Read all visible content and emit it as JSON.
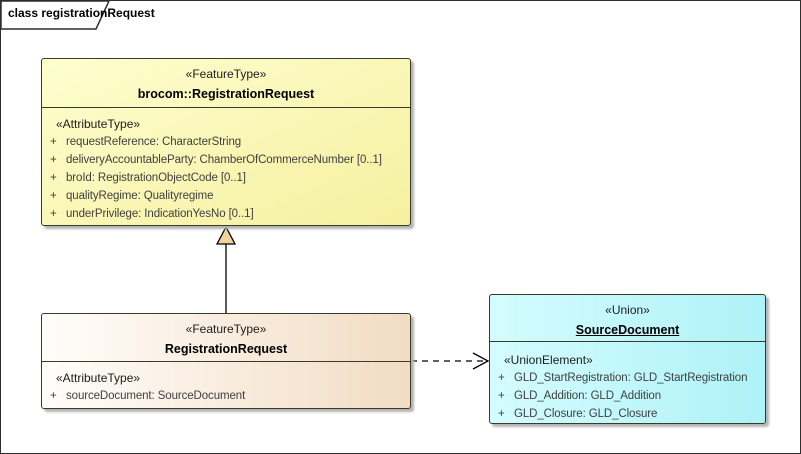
{
  "frame": {
    "label": "class registrationRequest"
  },
  "colors": {
    "frame_border": "#2e2e2e",
    "box_border": "#3a3a28",
    "yellow_light": "#fefecf",
    "yellow_dark": "#f5f0a0",
    "tan_light": "#fffdfa",
    "tan_dark": "#f2dcc4",
    "cyan_light": "#d4fcfe",
    "cyan_dark": "#aef2f7",
    "shadow": "#b4b4b4",
    "triangle_fill": "#eed2a0",
    "connector_color": "#000000"
  },
  "brocom_class": {
    "stereotype": "«FeatureType»",
    "name": "brocom::RegistrationRequest",
    "attr_stereotype": "«AttributeType»",
    "attributes": [
      {
        "vis": "+",
        "text": "requestReference: CharacterString"
      },
      {
        "vis": "+",
        "text": "deliveryAccountableParty: ChamberOfCommerceNumber [0..1]"
      },
      {
        "vis": "+",
        "text": "broId: RegistrationObjectCode [0..1]"
      },
      {
        "vis": "+",
        "text": "qualityRegime: Qualityregime"
      },
      {
        "vis": "+",
        "text": "underPrivilege: IndicationYesNo [0..1]"
      }
    ]
  },
  "registration_class": {
    "stereotype": "«FeatureType»",
    "name": "RegistrationRequest",
    "attr_stereotype": "«AttributeType»",
    "attributes": [
      {
        "vis": "+",
        "text": "sourceDocument: SourceDocument"
      }
    ]
  },
  "source_document_class": {
    "stereotype": "«Union»",
    "name": "SourceDocument",
    "attr_stereotype": "«UnionElement»",
    "attributes": [
      {
        "vis": "+",
        "text": "GLD_StartRegistration: GLD_StartRegistration"
      },
      {
        "vis": "+",
        "text": "GLD_Addition: GLD_Addition"
      },
      {
        "vis": "+",
        "text": "GLD_Closure: GLD_Closure"
      }
    ]
  },
  "relationships": {
    "generalization": "RegistrationRequest → brocom::RegistrationRequest",
    "dependency": "RegistrationRequest → SourceDocument"
  }
}
